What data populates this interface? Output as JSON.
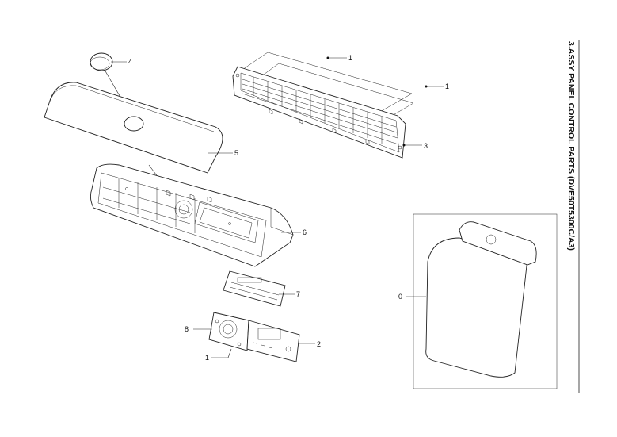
{
  "title": "3.ASSY PANEL CONTROL PARTS (DVE50T5300C/A3)",
  "callouts": {
    "c1a": "1",
    "c1b": "1",
    "c3": "3",
    "c4": "4",
    "c5": "5",
    "c6": "6",
    "c7": "7",
    "c8": "8",
    "c1c": "1",
    "c2": "2",
    "c0": "0"
  }
}
